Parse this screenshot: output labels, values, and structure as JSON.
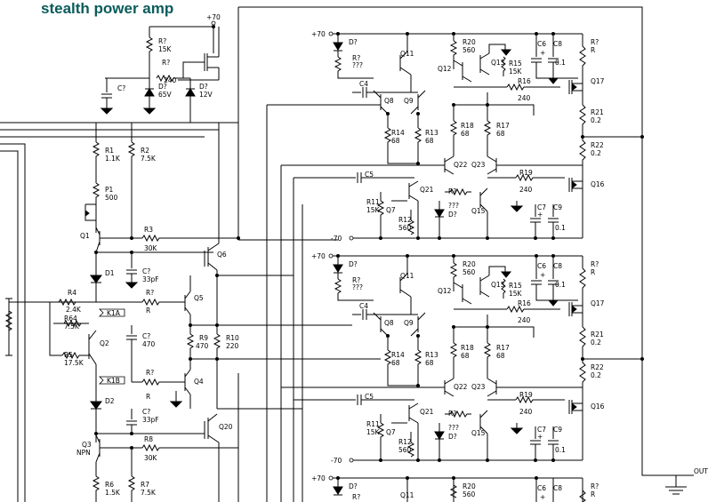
{
  "title": "stealth power amp",
  "colors": {
    "title": "#0b5b5b",
    "wire": "#000000",
    "background": "#ffffff"
  },
  "labels": {
    "vcc_top": "+70",
    "rq_15k_a": "R?",
    "rq_15k_b": "15K",
    "rq_240_a": "R?",
    "rq_240_b": "240",
    "cq": "C?",
    "d65_a": "D?",
    "d65_b": "65V",
    "d12_a": "D?",
    "d12_b": "12V",
    "r1_a": "R1",
    "r1_b": "1.1K",
    "r2_a": "R2",
    "r2_b": "7.5K",
    "p1_a": "P1",
    "p1_b": "500",
    "q1": "Q1",
    "r3_a": "R3",
    "r3_b": "30K",
    "q6": "Q6",
    "d1": "D1",
    "c33_a": "C?",
    "c33_b": "33pF",
    "r4_a": "R4",
    "r4_b": "2.4K",
    "r64_a": "R64",
    "r64_b": "7.5K",
    "rq_r1_a": "R?",
    "rq_r1_b": "R",
    "k1a": "K1A",
    "q5": "Q5",
    "c470_a": "C?",
    "c470_b": "470",
    "r9_a": "R9",
    "r9_b": "470",
    "r10_a": "R10",
    "r10_b": "220",
    "q2": "Q2",
    "r5_a": "R5",
    "r5_b": "17.5K",
    "k1b": "K1B",
    "rq_r2_a": "R?",
    "rq_r2_b": "R",
    "q4": "Q4",
    "d2": "D2",
    "c33b_a": "C?",
    "c33b_b": "33pF",
    "q20": "Q20",
    "q3_a": "Q3",
    "q3_b": "NPN",
    "r8_a": "R8",
    "r8_b": "30K",
    "r6_a": "R6",
    "r6_b": "1.5K",
    "r7_a": "R7",
    "r7_b": "7.5K",
    "out": "OUT",
    "stage": {
      "vp": "+70",
      "vm": "-70",
      "d": "D?",
      "rqq_a": "R?",
      "rqq_b": "???",
      "q11": "Q11",
      "q12": "Q12",
      "q13": "Q13",
      "r20_a": "R20",
      "r20_b": "560",
      "r15_a": "R15",
      "r15_b": "15K",
      "c6": "C6",
      "c8": "C8",
      "c8_b": "0.1",
      "rr_a": "R?",
      "rr_b": "R",
      "c4": "C4",
      "r16_a": "R16",
      "r16_b": "240",
      "q17": "Q17",
      "q8": "Q8",
      "q9": "Q9",
      "r14_a": "R14",
      "r14_b": "68",
      "r13_a": "R13",
      "r13_b": "68",
      "r18_a": "R18",
      "r18_b": "68",
      "r17_a": "R17",
      "r17_b": "68",
      "r21_a": "R21",
      "r21_b": "0.2",
      "r22_a": "R22",
      "r22_b": "0.2",
      "q22": "Q22",
      "q23": "Q23",
      "c5": "C5",
      "r19_a": "R19",
      "r19_b": "240",
      "q16": "Q16",
      "q21": "Q21",
      "rq2_a": "R?",
      "rq2_b": "???",
      "r11_a": "R11",
      "r11_b": "15K",
      "q7": "Q7",
      "r12_a": "R12",
      "r12_b": "560",
      "d2": "D?",
      "q15": "Q15",
      "c7": "C7",
      "c9": "C9",
      "c9_b": "0.1",
      "plus": "+"
    }
  }
}
